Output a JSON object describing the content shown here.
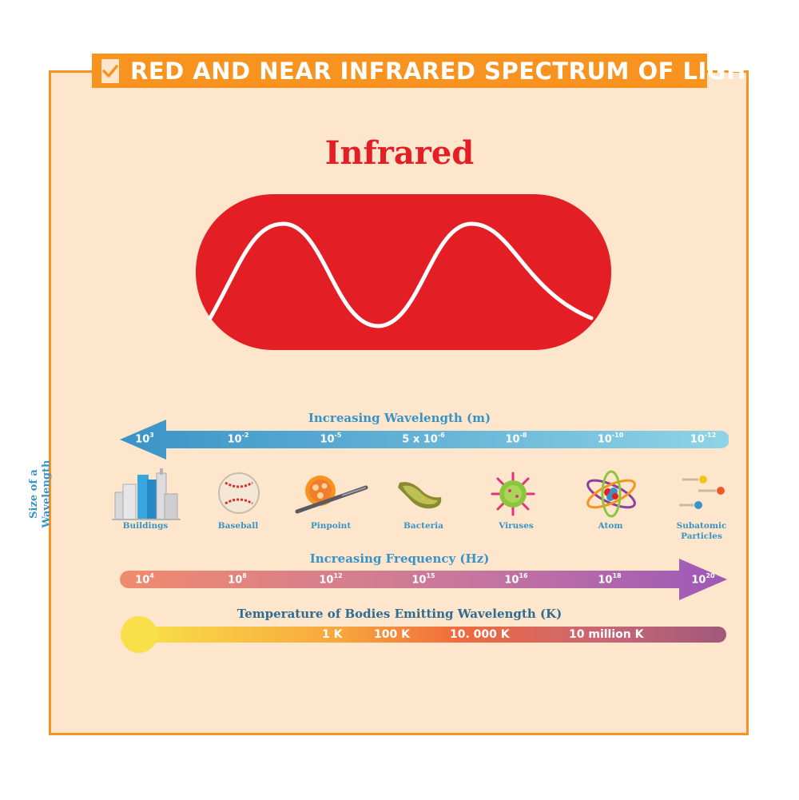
{
  "header": {
    "title": "RED AND NEAR INFRARED SPECTRUM OF LIGHT"
  },
  "main_title": "Infrared",
  "wavelength": {
    "label": "Increasing Wavelength (m)",
    "ticks": [
      {
        "base": "10",
        "exp": "3"
      },
      {
        "base": "10",
        "exp": "-2"
      },
      {
        "base": "10",
        "exp": "-5"
      },
      {
        "base": "5 x 10",
        "exp": "-6"
      },
      {
        "base": "10",
        "exp": "-8"
      },
      {
        "base": "10",
        "exp": "-10"
      },
      {
        "base": "10",
        "exp": "-12"
      }
    ]
  },
  "side_label": "Size of a Wavelength",
  "items": [
    {
      "label": "Buildings",
      "icon": "buildings-icon"
    },
    {
      "label": "Baseball",
      "icon": "baseball-icon"
    },
    {
      "label": "Pinpoint",
      "icon": "pinpoint-icon"
    },
    {
      "label": "Bacteria",
      "icon": "bacteria-icon"
    },
    {
      "label": "Viruses",
      "icon": "virus-icon"
    },
    {
      "label": "Atom",
      "icon": "atom-icon"
    },
    {
      "label": "Subatomic Particles",
      "icon": "subatomic-particles-icon"
    }
  ],
  "frequency": {
    "label": "Increasing Frequency (Hz)",
    "ticks": [
      {
        "base": "10",
        "exp": "4"
      },
      {
        "base": "10",
        "exp": "8"
      },
      {
        "base": "10",
        "exp": "12"
      },
      {
        "base": "10",
        "exp": "15"
      },
      {
        "base": "10",
        "exp": "16"
      },
      {
        "base": "10",
        "exp": "18"
      },
      {
        "base": "10",
        "exp": "20"
      }
    ]
  },
  "temperature": {
    "label": "Temperature of Bodies Emitting Wavelength (K)",
    "ticks": [
      "1 K",
      "100 K",
      "10. 000 K",
      "10 million K"
    ]
  },
  "colors": {
    "accent": "#f7931e",
    "red": "#e31e24",
    "background": "#fde6cb",
    "blue_text": "#3a93c6"
  }
}
